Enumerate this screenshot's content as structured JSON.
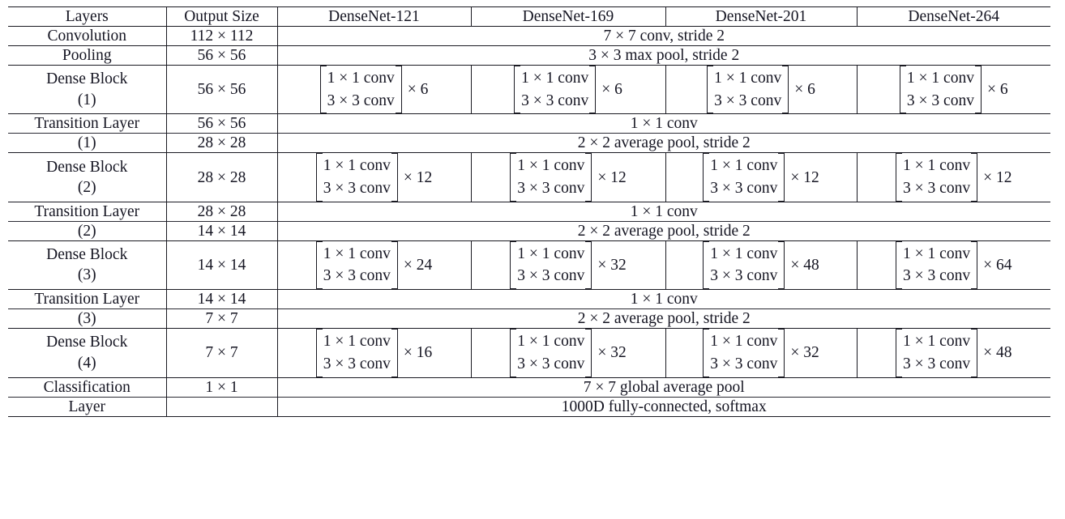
{
  "table": {
    "headers": {
      "layers": "Layers",
      "output_size": "Output Size",
      "models": [
        "DenseNet-121",
        "DenseNet-169",
        "DenseNet-201",
        "DenseNet-264"
      ]
    },
    "block_rows": {
      "conv1": "1 × 1 conv",
      "conv3": "3 × 3 conv"
    },
    "rows": [
      {
        "layer": "Convolution",
        "layer_line2": "",
        "output_size": "112 × 112",
        "span_text": "7 × 7 conv, stride 2"
      },
      {
        "layer": "Pooling",
        "layer_line2": "",
        "output_size": "56 × 56",
        "span_text": "3 × 3 max pool, stride 2"
      },
      {
        "layer": "Dense Block",
        "layer_line2": "(1)",
        "output_size": "56 × 56",
        "mults": [
          "× 6",
          "× 6",
          "× 6",
          "× 6"
        ]
      },
      {
        "layer": "Transition Layer",
        "layer_line2": "(1)",
        "output_size_a": "56 × 56",
        "span_text_a": "1 × 1 conv",
        "output_size_b": "28 × 28",
        "span_text_b": "2 × 2 average pool, stride 2"
      },
      {
        "layer": "Dense Block",
        "layer_line2": "(2)",
        "output_size": "28 × 28",
        "mults": [
          "× 12",
          "× 12",
          "× 12",
          "× 12"
        ]
      },
      {
        "layer": "Transition Layer",
        "layer_line2": "(2)",
        "output_size_a": "28 × 28",
        "span_text_a": "1 × 1 conv",
        "output_size_b": "14 × 14",
        "span_text_b": "2 × 2 average pool, stride 2"
      },
      {
        "layer": "Dense Block",
        "layer_line2": "(3)",
        "output_size": "14 × 14",
        "mults": [
          "× 24",
          "× 32",
          "× 48",
          "× 64"
        ]
      },
      {
        "layer": "Transition Layer",
        "layer_line2": "(3)",
        "output_size_a": "14 × 14",
        "span_text_a": "1 × 1 conv",
        "output_size_b": "7 × 7",
        "span_text_b": "2 × 2 average pool, stride 2"
      },
      {
        "layer": "Dense Block",
        "layer_line2": "(4)",
        "output_size": "7 × 7",
        "mults": [
          "× 16",
          "× 32",
          "× 32",
          "× 48"
        ]
      },
      {
        "layer": "Classification",
        "layer_line2": "Layer",
        "output_size_a": "1 × 1",
        "span_text_a": "7 × 7 global average pool",
        "output_size_b": "",
        "span_text_b": "1000D fully-connected, softmax"
      }
    ]
  }
}
